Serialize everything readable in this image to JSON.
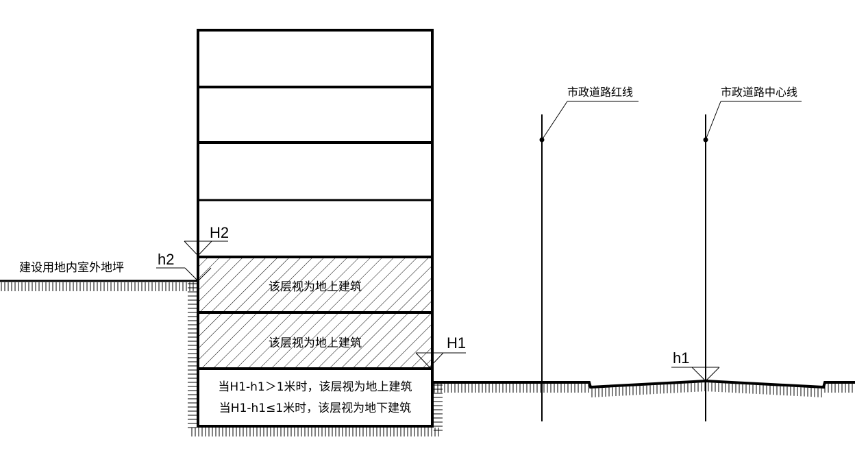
{
  "labels": {
    "ground_left": "建设用地内室外地坪",
    "road_red_line": "市政道路红线",
    "road_center_line": "市政道路中心线",
    "floor_above_1": "该层视为地上建筑",
    "floor_above_2": "该层视为地上建筑",
    "basement_rule_1": "当H1-h1＞1米时，该层视为地上建筑",
    "basement_rule_2": "当H1-h1≤1米时，该层视为地下建筑",
    "mark_H2": "H2",
    "mark_h2": "h2",
    "mark_H1": "H1",
    "mark_h1": "h1"
  },
  "colors": {
    "line": "#000000",
    "background": "#ffffff"
  }
}
